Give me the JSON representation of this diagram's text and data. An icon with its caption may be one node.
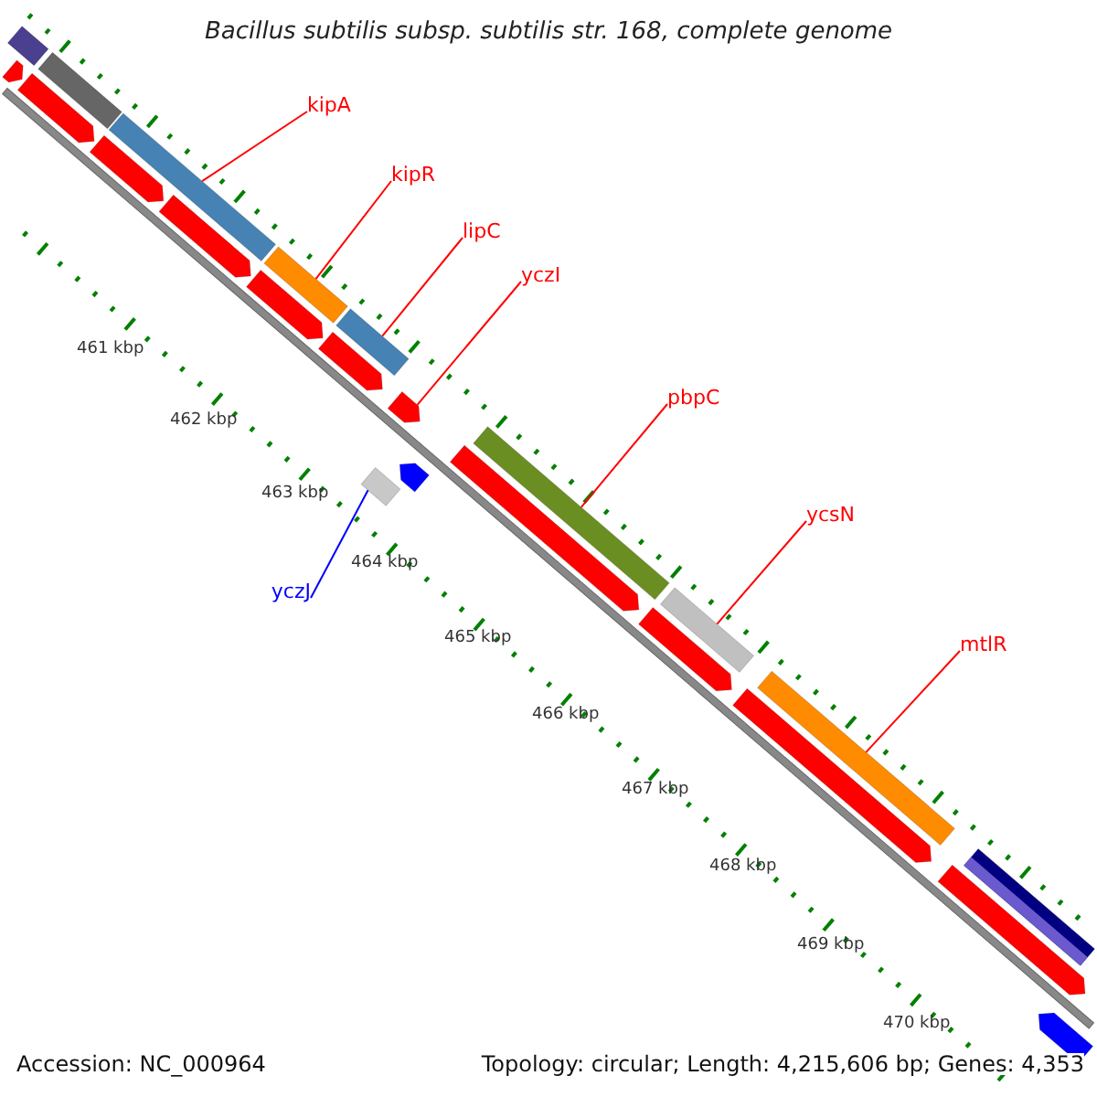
{
  "diagram": {
    "title": "Bacillus subtilis subsp. subtilis str. 168, complete genome",
    "nodes": [
      {
        "text": [
          "kipA"
        ]
      },
      {
        "text": [
          "kipR"
        ]
      },
      {
        "text": [
          "lipC"
        ]
      },
      {
        "text": [
          "yczI"
        ]
      },
      {
        "text": [
          "pbpC"
        ]
      },
      {
        "text": [
          "ycsN"
        ]
      },
      {
        "text": [
          "yczJ"
        ]
      },
      {
        "text": [
          "mtlR"
        ]
      },
      {
        "text": [],
        "shape": "bar"
      },
      {
        "text": [],
        "shape": "bar"
      },
      {
        "text": [],
        "shape": "bar"
      },
      {
        "text": [],
        "shape": "bar"
      },
      {
        "text": [],
        "shape": "bar"
      },
      {
        "text": [],
        "shape": "bar"
      },
      {
        "text": [],
        "shape": "bar"
      },
      {
        "text": [],
        "shape": "bar"
      },
      {
        "text": [],
        "shape": "bar"
      },
      {
        "text": [],
        "shape": "bar"
      },
      {
        "text": [],
        "shape": "bar"
      },
      {
        "text": [],
        "shape": "bar"
      },
      {
        "text": [],
        "shape": "bar"
      },
      {
        "text": [],
        "shape": "bar"
      },
      {
        "text": [],
        "shape": "bar"
      },
      {
        "text": [],
        "shape": "bar"
      },
      {
        "text": [],
        "shape": "bar"
      },
      {
        "text": [],
        "shape": "bar"
      },
      {
        "text": [],
        "shape": "bar"
      },
      {
        "text": [],
        "shape": "bar"
      },
      {
        "text": [],
        "shape": "bar"
      },
      {
        "text": [],
        "shape": "bar"
      },
      {
        "text": [],
        "shape": "bar"
      }
    ],
    "edges": [
      {
        "from": 0,
        "to": 8,
        "arrow": "none"
      },
      {
        "from": 1,
        "to": 9,
        "arrow": "none"
      },
      {
        "from": 2,
        "to": 10,
        "arrow": "none"
      },
      {
        "from": 3,
        "to": 12,
        "arrow": "none"
      },
      {
        "from": 4,
        "to": 13,
        "arrow": "none"
      },
      {
        "from": 5,
        "to": 14,
        "arrow": "none"
      },
      {
        "from": 6,
        "to": 11,
        "arrow": "none",
        "color": "#0000ff"
      },
      {
        "from": 7,
        "to": 15,
        "arrow": "none"
      }
    ],
    "labels": [
      "461 kbp",
      "462 kbp",
      "463 kbp",
      "464 kbp",
      "465 kbp",
      "466 kbp",
      "467 kbp",
      "468 kbp",
      "469 kbp",
      "470 kbp",
      "Accession: NC_000964",
      "Topology: circular; Length: 4,215,606 bp; Genes: 4,353"
    ]
  }
}
